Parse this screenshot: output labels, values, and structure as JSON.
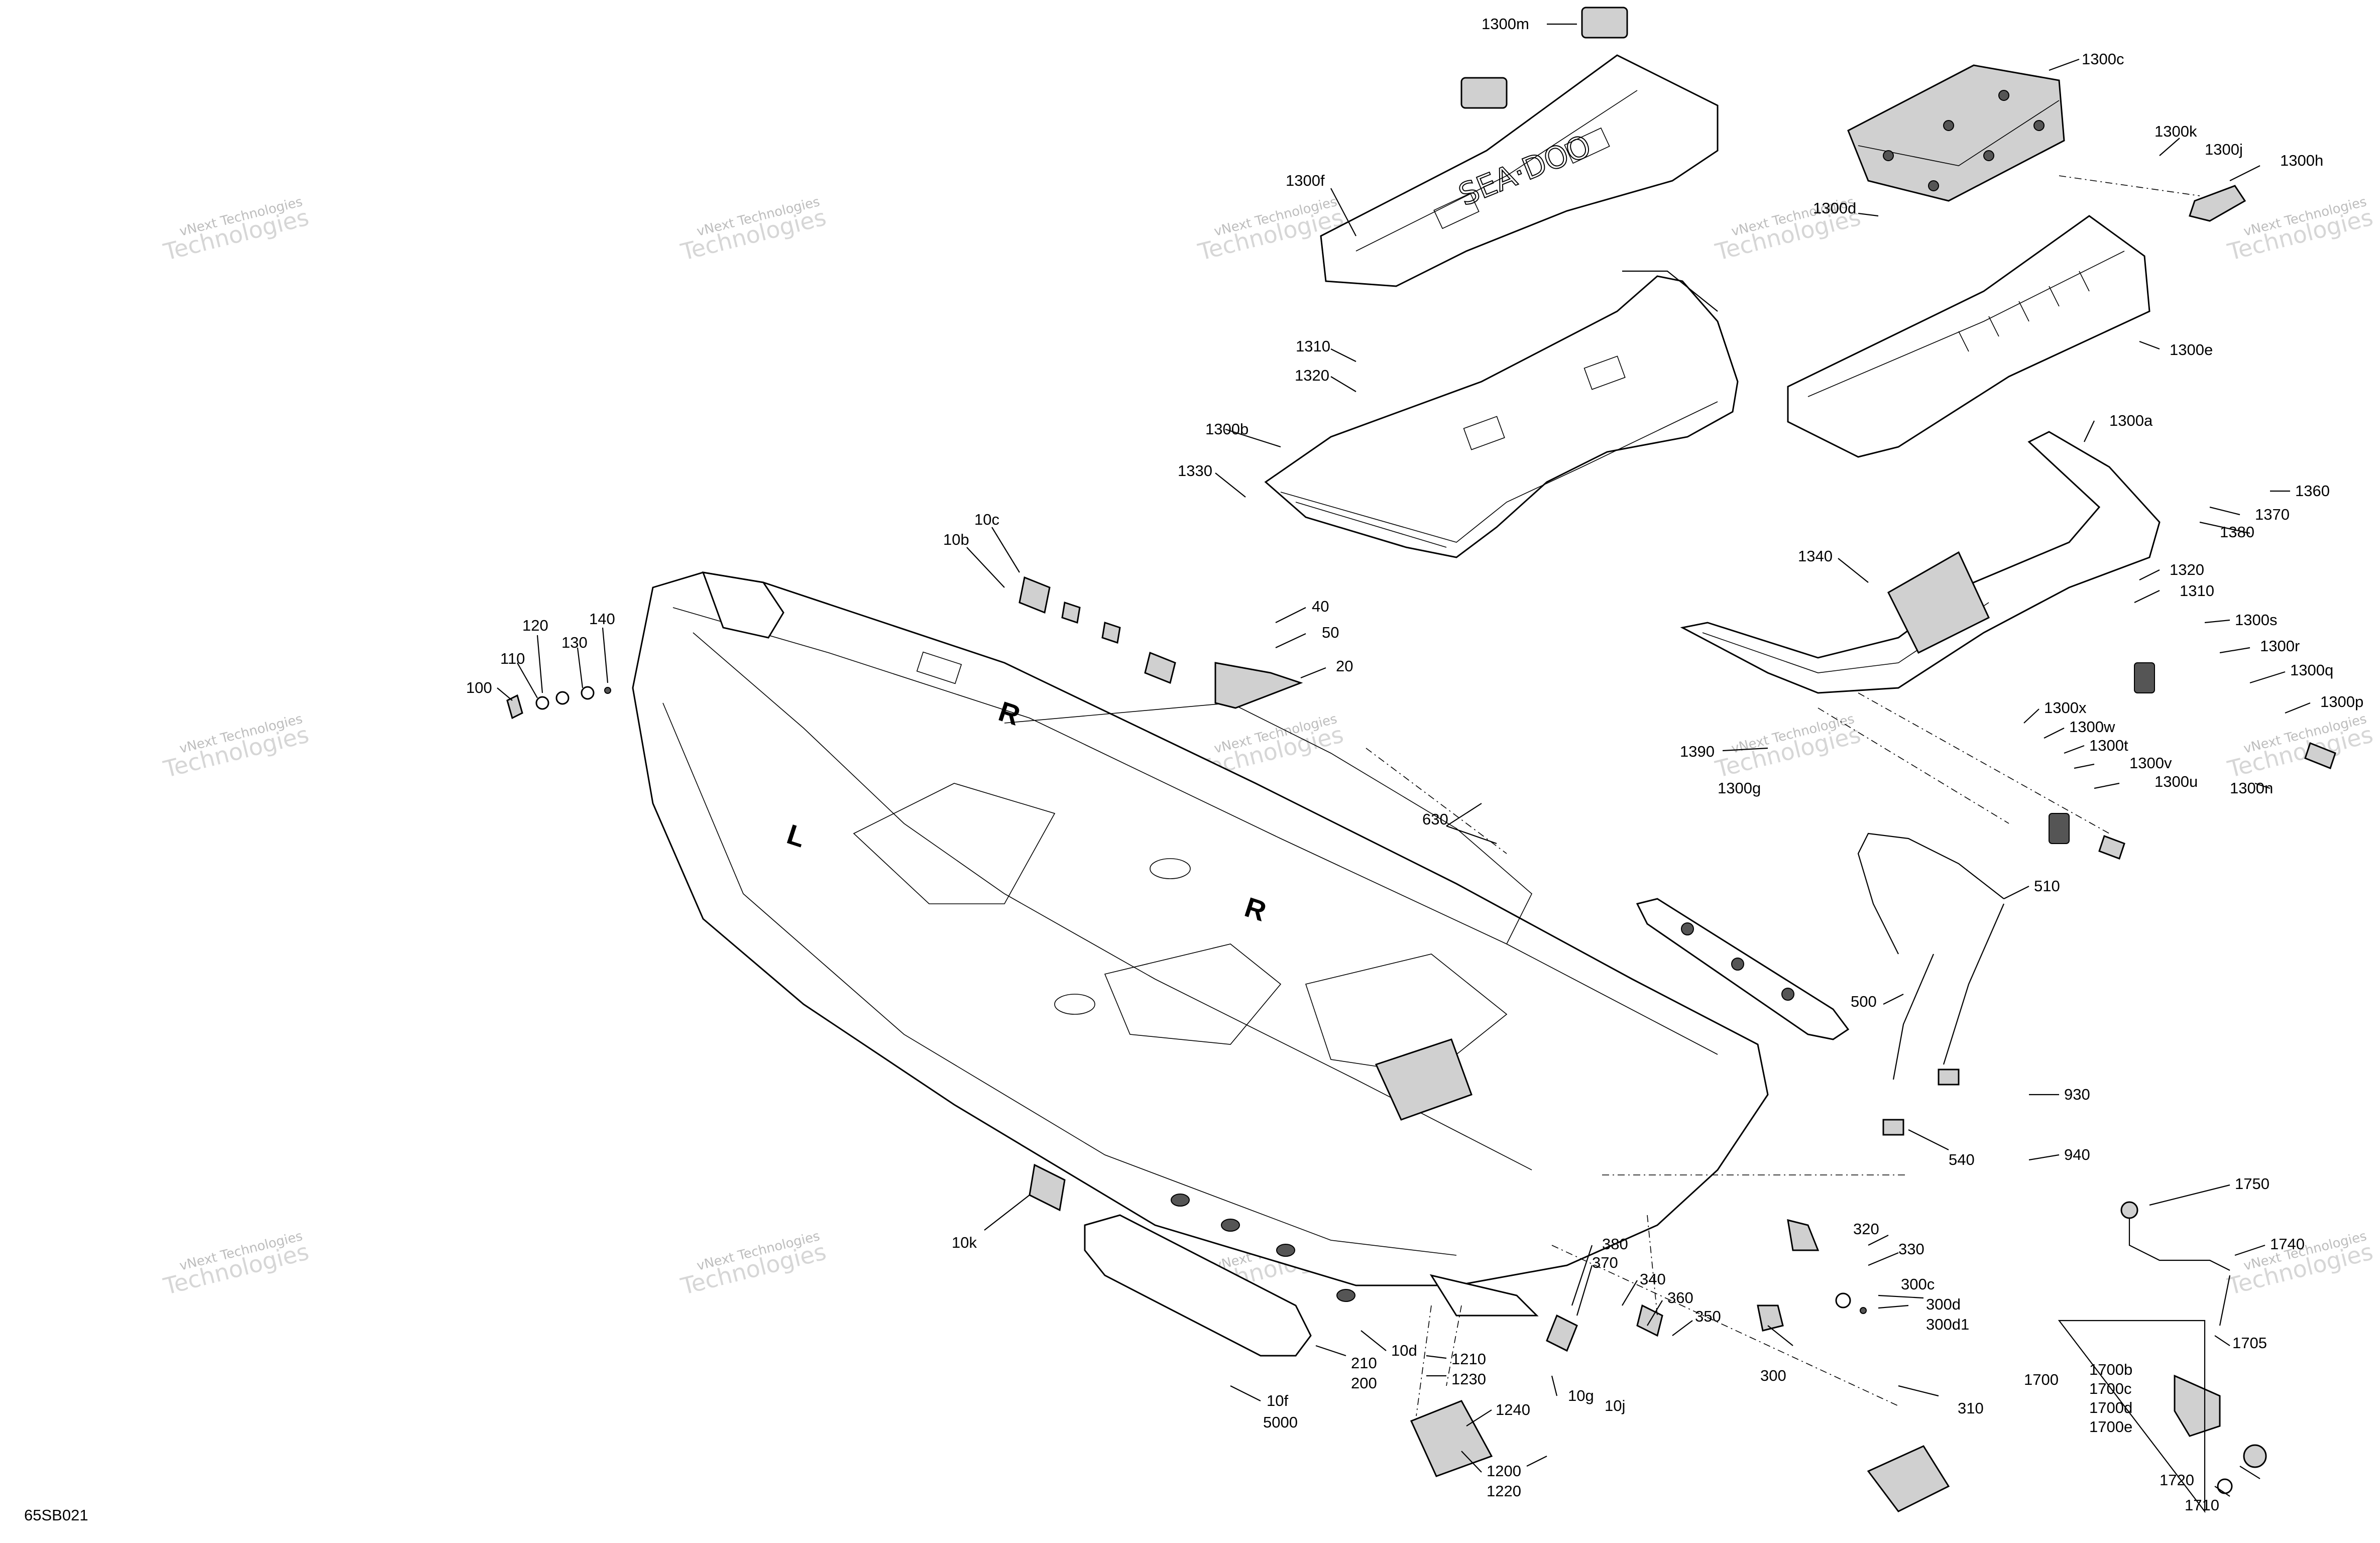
{
  "diagram_id": "65SB021",
  "watermark": {
    "line1": "vNext Technologies",
    "line2": "Technologies"
  },
  "labels": {
    "l1300m": "1300m",
    "l1300c": "1300c",
    "l1300k": "1300k",
    "l1300j": "1300j",
    "l1300h": "1300h",
    "l1300f": "1300f",
    "l1300d": "1300d",
    "l1300e": "1300e",
    "l1310a": "1310",
    "l1320a": "1320",
    "l1300b": "1300b",
    "l1330": "1330",
    "l1300a": "1300a",
    "l1360": "1360",
    "l1370": "1370",
    "l1380": "1380",
    "l1340": "1340",
    "l1320b": "1320",
    "l1310b": "1310",
    "l1300s": "1300s",
    "l1300r": "1300r",
    "l1300q": "1300q",
    "l1300p": "1300p",
    "l1300x": "1300x",
    "l1300w": "1300w",
    "l1300t": "1300t",
    "l1300v": "1300v",
    "l1300u": "1300u",
    "l1300n": "1300n",
    "l1390": "1390",
    "l1300g": "1300g",
    "l10c": "10c",
    "l10b": "10b",
    "l40": "40",
    "l50": "50",
    "l20": "20",
    "l120": "120",
    "l140": "140",
    "l110": "110",
    "l130": "130",
    "l100": "100",
    "l630": "630",
    "l510": "510",
    "l500": "500",
    "l930": "930",
    "l940": "940",
    "l540": "540",
    "l1750": "1750",
    "l1740": "1740",
    "l1705": "1705",
    "l1700": "1700",
    "l1700b": "1700b",
    "l1700c": "1700c",
    "l1700d": "1700d",
    "l1700e": "1700e",
    "l1720": "1720",
    "l1710": "1710",
    "l10k": "10k",
    "l380": "380",
    "l370": "370",
    "l340": "340",
    "l360": "360",
    "l350": "350",
    "l320": "320",
    "l330": "330",
    "l300c": "300c",
    "l300d": "300d",
    "l300d1": "300d1",
    "l300": "300",
    "l310": "310",
    "l10d": "10d",
    "l210": "210",
    "l200": "200",
    "l10f": "10f",
    "l5000": "5000",
    "l1210": "1210",
    "l1230": "1230",
    "l1240": "1240",
    "l10g": "10g",
    "l10j": "10j",
    "l1200": "1200",
    "l1220": "1220"
  },
  "hull_markings": {
    "left": "L",
    "right": "R"
  }
}
